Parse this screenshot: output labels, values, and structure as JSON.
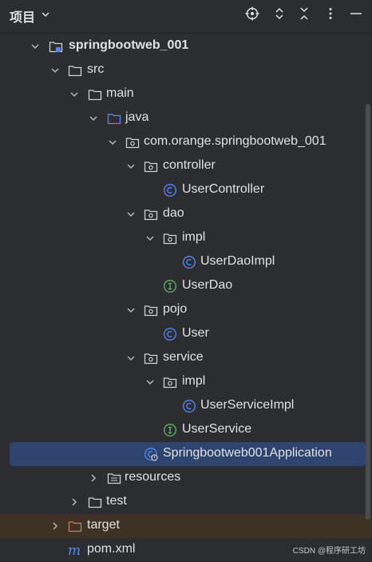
{
  "header": {
    "title": "项目"
  },
  "tree": {
    "project": "springbootweb_001",
    "src": "src",
    "main": "main",
    "java": "java",
    "package": "com.orange.springbootweb_001",
    "controller": "controller",
    "user_controller": "UserController",
    "dao": "dao",
    "dao_impl": "impl",
    "user_dao_impl": "UserDaoImpl",
    "user_dao": "UserDao",
    "pojo": "pojo",
    "user": "User",
    "service": "service",
    "service_impl": "impl",
    "user_service_impl": "UserServiceImpl",
    "user_service": "UserService",
    "application": "Springbootweb001Application",
    "resources": "resources",
    "test": "test",
    "target": "target",
    "pom": "pom.xml"
  },
  "watermark": "CSDN @程序研工坊",
  "colors": {
    "background": "#2b2d30",
    "selection": "#2e436e",
    "excluded": "#3d3223",
    "class_icon": "#548af7",
    "interface_icon": "#5fb865",
    "target_folder": "#c77d55",
    "source_folder": "#548af7"
  }
}
